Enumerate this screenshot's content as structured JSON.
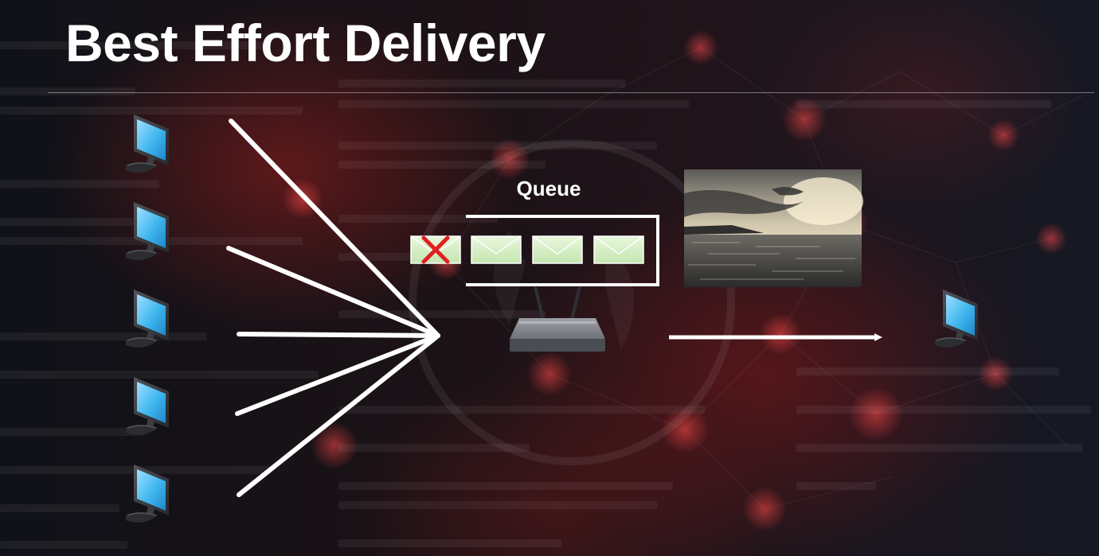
{
  "slide": {
    "title": "Best Effort Delivery"
  },
  "diagram": {
    "queue_label": "Queue",
    "senders": [
      {
        "icon": "computer-monitor-icon"
      },
      {
        "icon": "computer-monitor-icon"
      },
      {
        "icon": "computer-monitor-icon"
      },
      {
        "icon": "computer-monitor-icon"
      },
      {
        "icon": "computer-monitor-icon"
      }
    ],
    "queue_packets": [
      {
        "icon": "envelope-icon",
        "dropped": true
      },
      {
        "icon": "envelope-icon",
        "dropped": false
      },
      {
        "icon": "envelope-icon",
        "dropped": false
      },
      {
        "icon": "envelope-icon",
        "dropped": false
      }
    ],
    "router_icon": "router-icon",
    "receiver_icon": "computer-monitor-icon",
    "photo": "ocean-sunset-photo"
  },
  "colors": {
    "monitor_screen": "#3fb6ee",
    "envelope": "#d7f0c8",
    "drop_mark": "#e02020",
    "lines": "#ffffff"
  }
}
